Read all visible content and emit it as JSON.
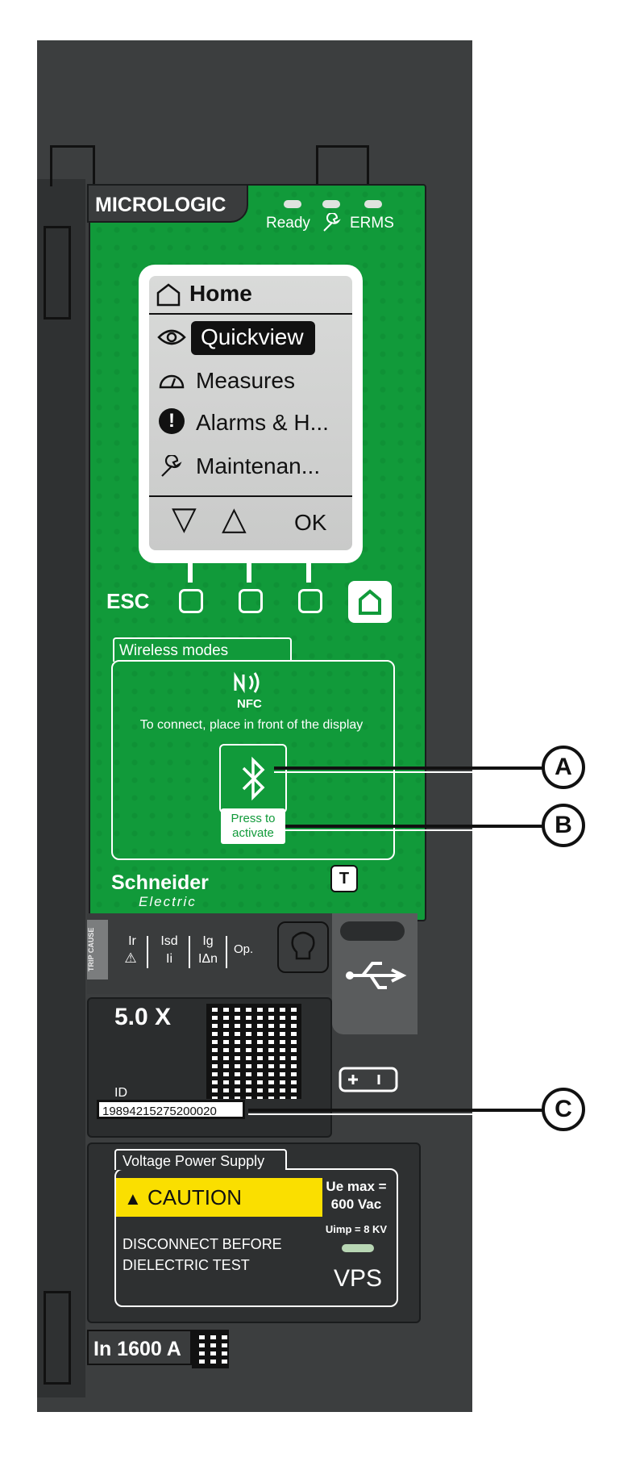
{
  "brand_label": "MICROLOGIC",
  "status_labels": {
    "ready": "Ready",
    "erms": "ERMS"
  },
  "display": {
    "title": "Home",
    "items": [
      {
        "label": "Quickview",
        "icon": "eye-icon",
        "selected": true
      },
      {
        "label": "Measures",
        "icon": "measures-gauge-icon",
        "selected": false
      },
      {
        "label": "Alarms & H...",
        "icon": "alert-icon",
        "selected": false
      },
      {
        "label": "Maintenan...",
        "icon": "wrench-icon",
        "selected": false
      }
    ],
    "softkeys": {
      "down": "▽",
      "up": "△",
      "ok": "OK"
    }
  },
  "keypad": {
    "esc": "ESC"
  },
  "wireless": {
    "label": "Wireless modes",
    "nfc_label": "NFC",
    "connect_text": "To connect, place in front of the display",
    "press_label_1": "Press to",
    "press_label_2": "activate"
  },
  "brand_logo": {
    "name": "Schneider",
    "sub": "Electric"
  },
  "trip_cause": {
    "side_label": "TRIP CAUSE",
    "cells": [
      {
        "top": "Ir",
        "bottom": "⚠"
      },
      {
        "top": "Isd",
        "bottom": "Ii"
      },
      {
        "top": "Ig",
        "bottom": "IΔn"
      },
      {
        "top": "Op.",
        "bottom": ""
      }
    ]
  },
  "rating_setting": "5.0 X",
  "id_label": "ID",
  "id_value": "19894215275200020",
  "vps": {
    "label": "Voltage Power Supply",
    "caution": "CAUTION",
    "ue_line1": "Ue max =",
    "ue_line2": "600 Vac",
    "uimp": "Uimp = 8 KV",
    "warning_line1": "DISCONNECT BEFORE",
    "warning_line2": "DIELECTRIC TEST",
    "vps_text": "VPS"
  },
  "in_rating": "In 1600 A",
  "callouts": [
    "A",
    "B",
    "C"
  ],
  "colors": {
    "panel_green": "#119a3a",
    "caution_yellow": "#fadf00",
    "housing": "#3c3e3f"
  }
}
